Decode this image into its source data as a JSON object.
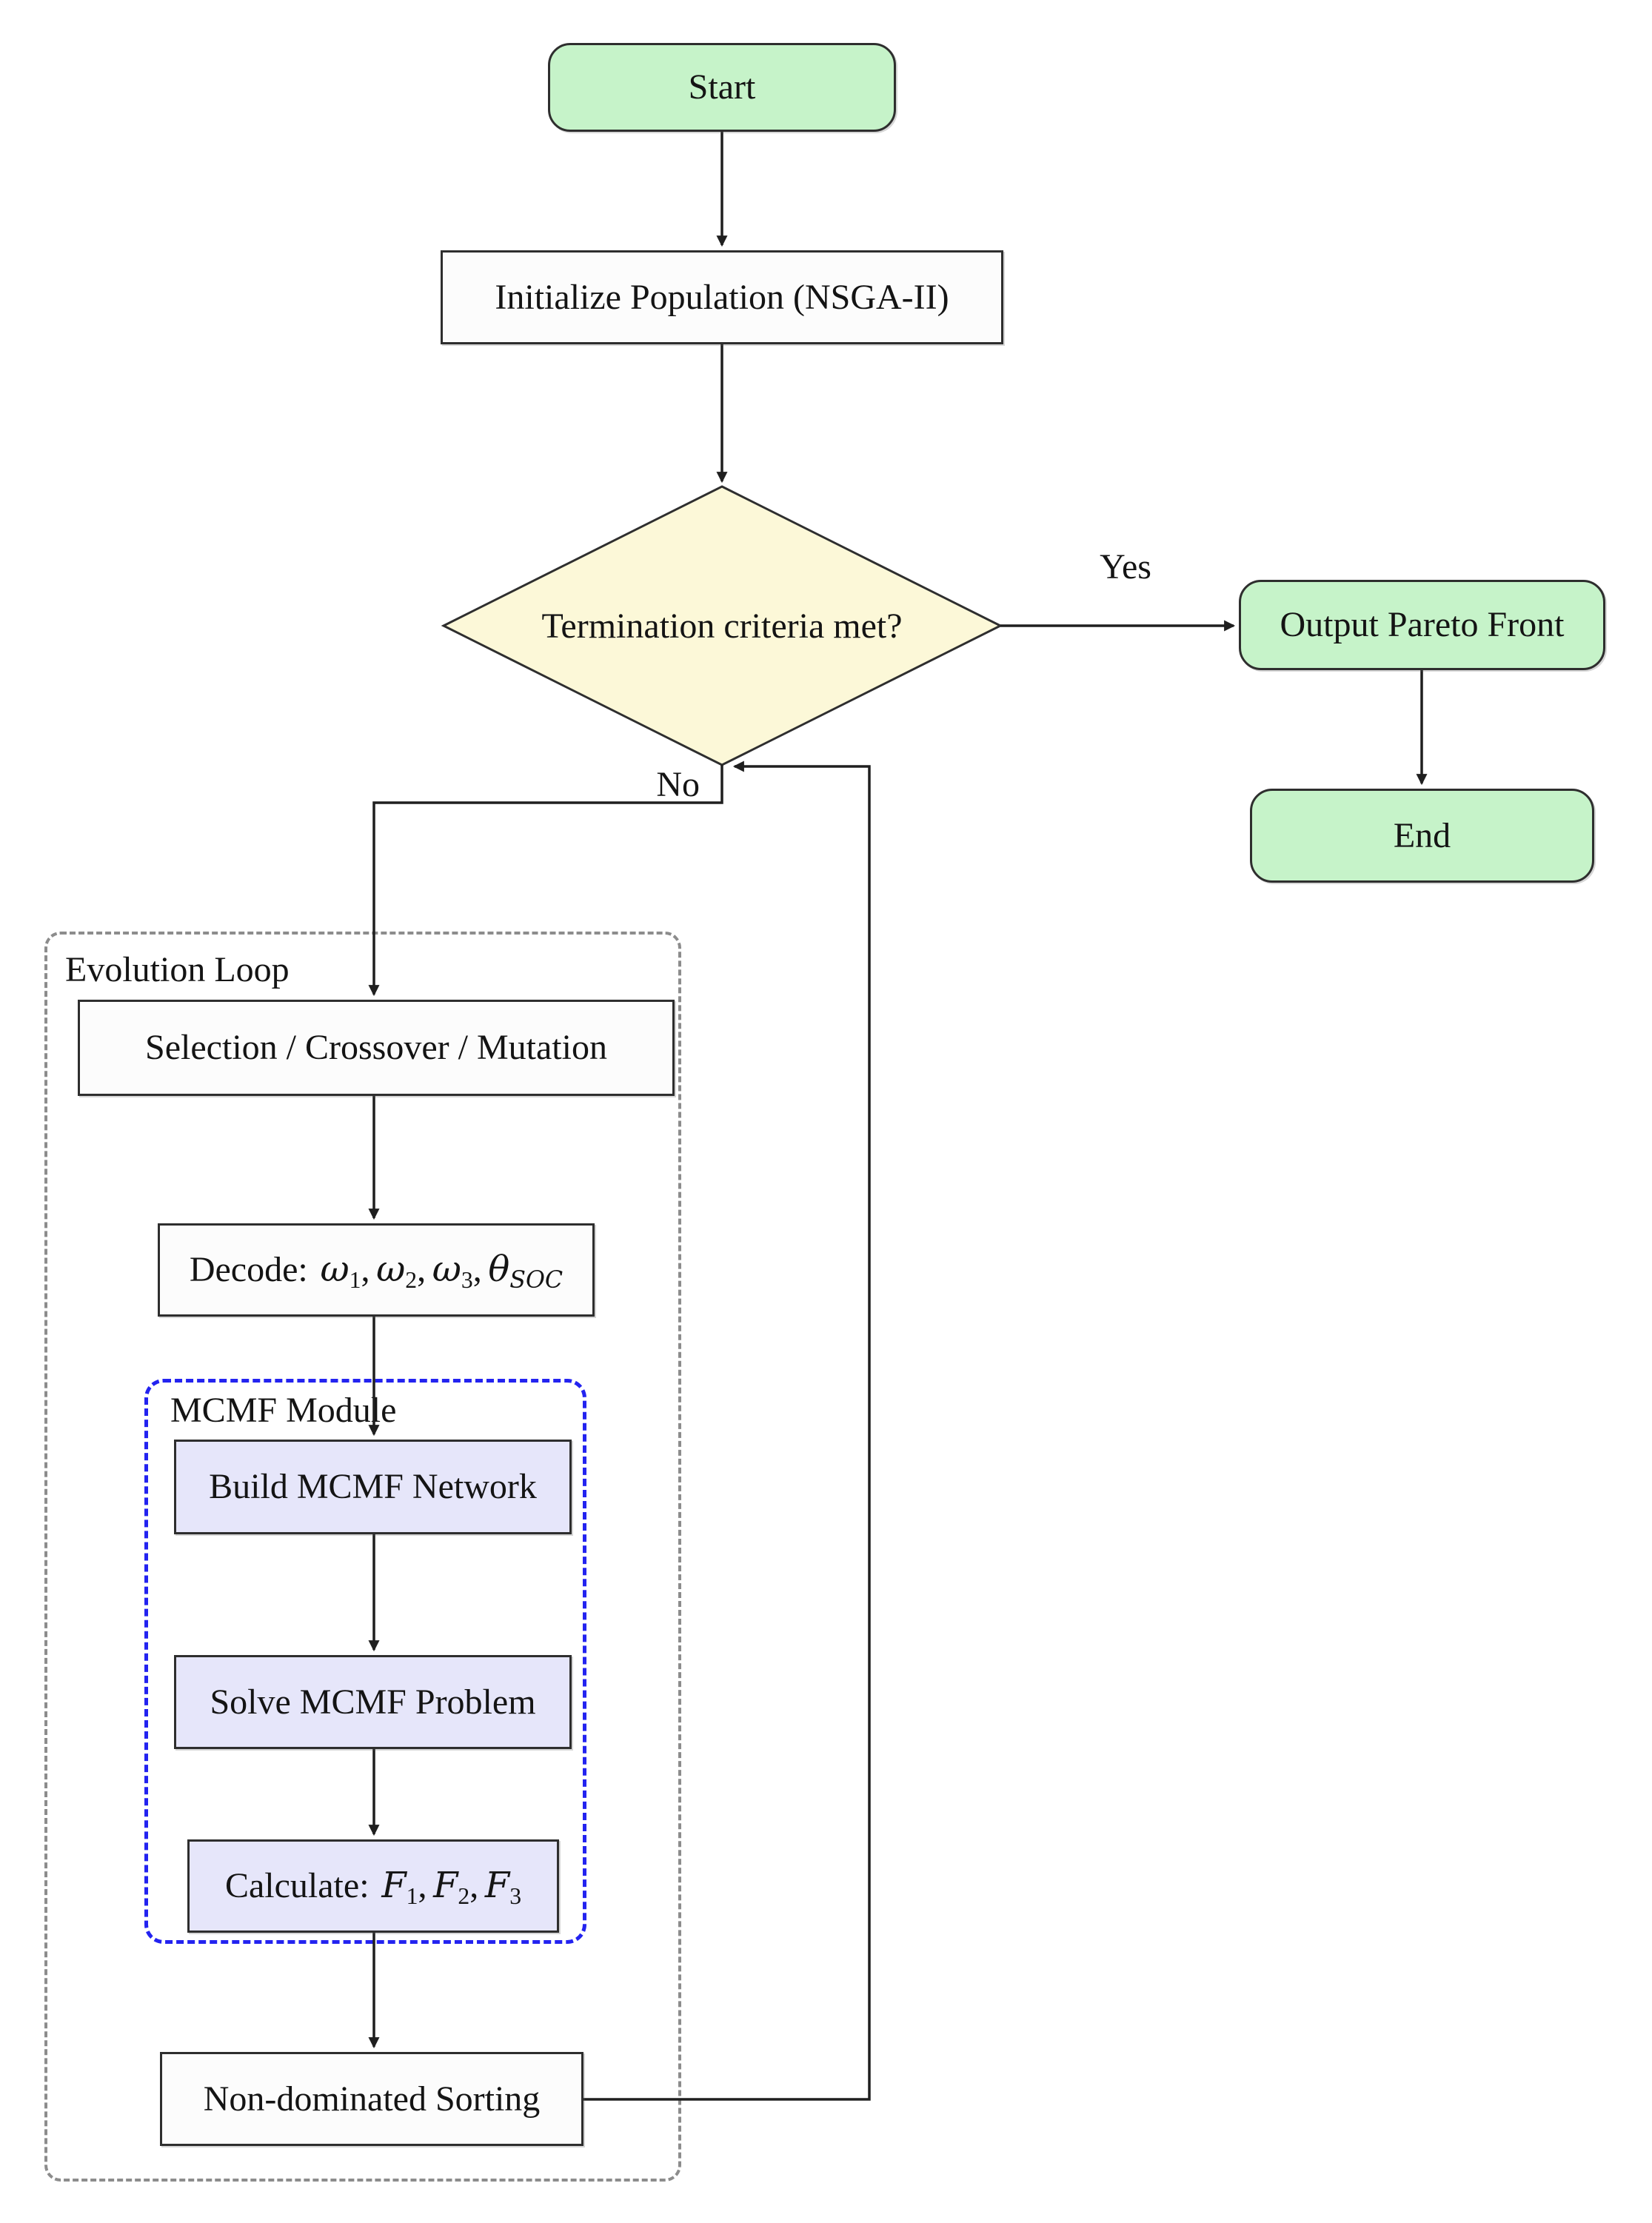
{
  "title": "NSGA-II / MCMF optimization flowchart",
  "nodes": {
    "start": {
      "label": "Start"
    },
    "init": {
      "label": "Initialize Population (NSGA-II)"
    },
    "decision": {
      "label": "Termination criteria met?"
    },
    "output": {
      "label": "Output Pareto Front"
    },
    "end": {
      "label": "End"
    },
    "selection": {
      "label": "Selection / Crossover / Mutation"
    },
    "decode": {
      "prefix": "Decode:",
      "terms": [
        {
          "base": "ω",
          "sub": "1",
          "sep": ","
        },
        {
          "base": "ω",
          "sub": "2",
          "sep": ","
        },
        {
          "base": "ω",
          "sub": "3",
          "sep": ","
        },
        {
          "base": "θ",
          "sub": "SOC",
          "sep": ""
        }
      ]
    },
    "build": {
      "label": "Build MCMF Network"
    },
    "solve": {
      "label": "Solve MCMF Problem"
    },
    "calculate": {
      "prefix": "Calculate:",
      "terms": [
        {
          "base": "F",
          "sub": "1",
          "sep": ","
        },
        {
          "base": "F",
          "sub": "2",
          "sep": ","
        },
        {
          "base": "F",
          "sub": "3",
          "sep": ""
        }
      ]
    },
    "sorting": {
      "label": "Non-dominated Sorting"
    }
  },
  "containers": {
    "evolution_loop": {
      "label": "Evolution Loop"
    },
    "mcmf_module": {
      "label": "MCMF Module"
    }
  },
  "edges": {
    "yes_label": "Yes",
    "no_label": "No"
  },
  "colors": {
    "terminal_fill": "#c6f3c9",
    "process_fill": "#fcfcfc",
    "decision_fill": "#fcf8d8",
    "mcmf_fill": "#e6e6fa",
    "edge": "#1f1f1f",
    "node_border": "#2e2e2e",
    "evolution_border": "#8c8c8c",
    "mcmf_border": "#2323f0",
    "text": "#141414"
  }
}
